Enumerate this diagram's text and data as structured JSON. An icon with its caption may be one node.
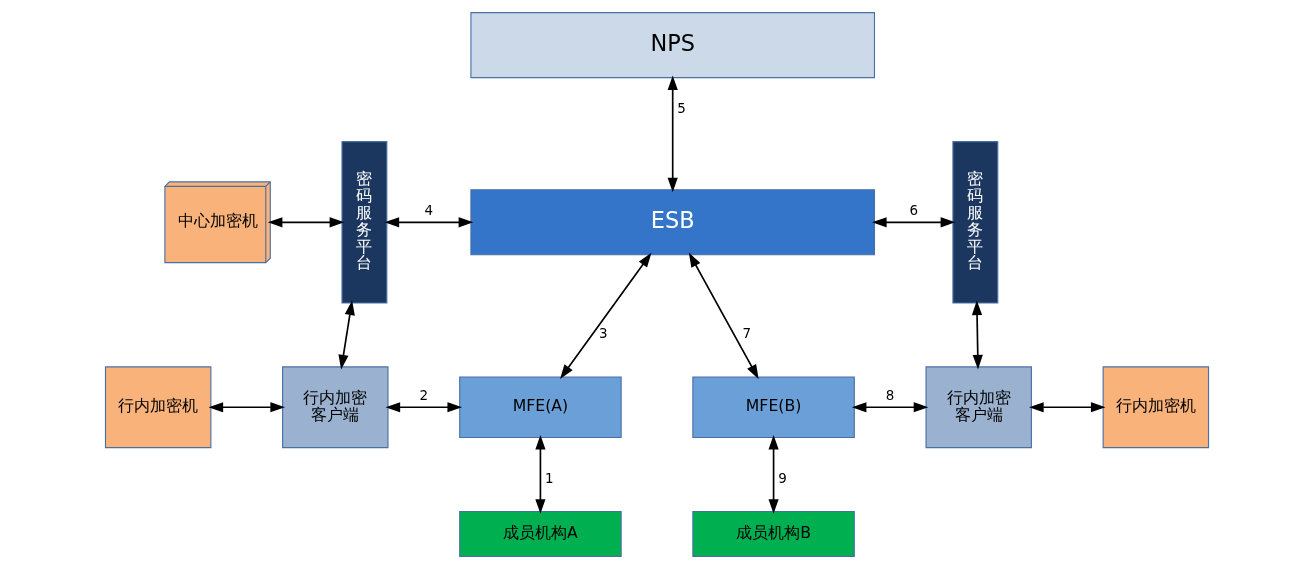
{
  "diagram": {
    "nodes": [
      {
        "text": [
          "NPS"
        ]
      },
      {
        "text": [
          "中心加密机"
        ]
      },
      {
        "text": [
          "密码服务平台"
        ]
      },
      {
        "text": [
          "ESB"
        ]
      },
      {
        "text": [
          "密码服务平台"
        ]
      },
      {
        "text": [
          "行内加密机"
        ]
      },
      {
        "text": [
          "行内加密客户端"
        ]
      },
      {
        "text": [
          "MFE(A)"
        ]
      },
      {
        "text": [
          "MFE(B)"
        ]
      },
      {
        "text": [
          "行内加密客户端"
        ]
      },
      {
        "text": [
          "行内加密机"
        ]
      },
      {
        "text": [
          "成员机构A"
        ]
      },
      {
        "text": [
          "成员机构B"
        ]
      }
    ],
    "edges": [
      {
        "from": 0,
        "to": 3,
        "arrow": "both",
        "label": "5"
      },
      {
        "from": 1,
        "to": 2,
        "arrow": "both"
      },
      {
        "from": 2,
        "to": 3,
        "arrow": "both",
        "label": "4"
      },
      {
        "from": 3,
        "to": 4,
        "arrow": "both",
        "label": "6"
      },
      {
        "from": 2,
        "to": 6,
        "arrow": "both"
      },
      {
        "from": 3,
        "to": 7,
        "arrow": "both",
        "label": "3"
      },
      {
        "from": 3,
        "to": 8,
        "arrow": "both",
        "label": "7"
      },
      {
        "from": 5,
        "to": 6,
        "arrow": "both"
      },
      {
        "from": 6,
        "to": 7,
        "arrow": "both",
        "label": "2"
      },
      {
        "from": 8,
        "to": 9,
        "arrow": "both",
        "label": "8"
      },
      {
        "from": 4,
        "to": 9,
        "arrow": "both"
      },
      {
        "from": 9,
        "to": 10,
        "arrow": "both"
      },
      {
        "from": 7,
        "to": 11,
        "arrow": "both",
        "label": "1"
      },
      {
        "from": 8,
        "to": 12,
        "arrow": "both",
        "label": "9"
      }
    ]
  }
}
